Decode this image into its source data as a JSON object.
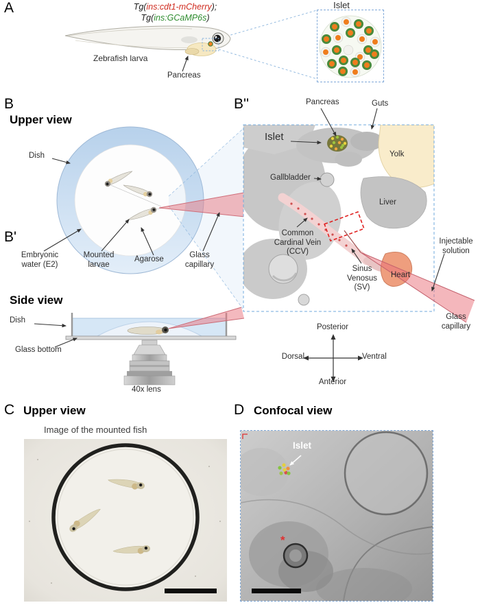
{
  "colors": {
    "mcherry": "#cf2b1f",
    "gcamp": "#2e8b2e",
    "dashed_blue": "#7fa8d8",
    "red_box": "#e02020",
    "white": "#ffffff",
    "asterisk_red": "#e03030"
  },
  "panelA": {
    "label": "A",
    "tg1": {
      "prefix": "Tg(",
      "gene": "ins:cdt1-mCherry",
      "suffix": ");"
    },
    "tg2": {
      "prefix": "Tg(",
      "gene": "ins:GCaMP6s",
      "suffix": ")"
    },
    "islet": "Islet",
    "larva": "Zebrafish larva",
    "pancreas": "Pancreas"
  },
  "panelB": {
    "label": "B",
    "title": "Upper view",
    "dish": "Dish",
    "callouts": {
      "e2": "Embryonic\nwater (E2)",
      "mounted": "Mounted\nlarvae",
      "agarose": "Agarose",
      "capillary": "Glass\ncapillary"
    }
  },
  "panelBp": {
    "label": "B'",
    "title": "Side view",
    "dish": "Dish",
    "glass_bottom": "Glass bottom",
    "lens": "40x lens"
  },
  "panelBpp": {
    "label": "B''",
    "pancreas": "Pancreas",
    "guts": "Guts",
    "islet": "Islet",
    "yolk": "Yolk",
    "gallbladder": "Gallbladder",
    "liver": "Liver",
    "ccv": "Common\nCardinal Vein\n(CCV)",
    "sv": "Sinus\nVenosus\n(SV)",
    "heart": "Heart",
    "injectable": "Injectable\nsolution",
    "capillary": "Glass\ncapillary",
    "compass": {
      "top": "Posterior",
      "left": "Dorsal",
      "right": "Ventral",
      "bottom": "Anterior"
    }
  },
  "panelC": {
    "label": "C",
    "title": "Upper view",
    "subtitle": "Image of the mounted fish"
  },
  "panelD": {
    "label": "D",
    "title": "Confocal view",
    "islet": "Islet",
    "asterisk": "*"
  }
}
